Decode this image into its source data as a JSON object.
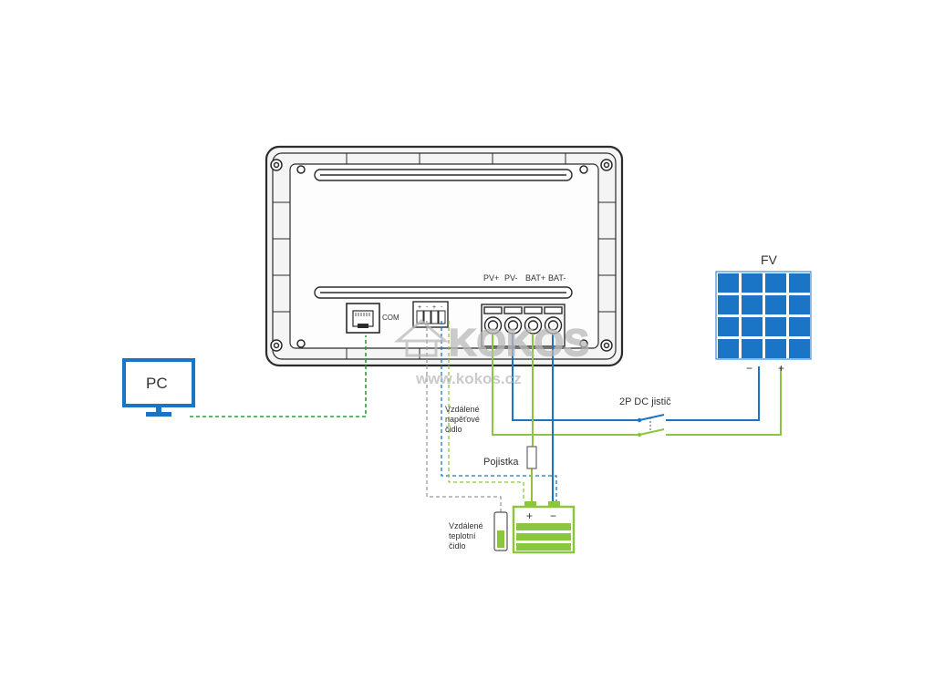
{
  "pc": {
    "label": "PC",
    "icon": "monitor-icon",
    "color": "#1a75c7"
  },
  "controller": {
    "port_com_label": "COM",
    "terminal_labels": [
      "PV+",
      "PV-",
      "BAT+",
      "BAT-"
    ],
    "sensor_connector_marks": [
      "+",
      "-",
      "+",
      "-"
    ]
  },
  "pv_panel": {
    "label": "FV",
    "minus": "−",
    "plus": "+",
    "color": "#1a75c7"
  },
  "breaker": {
    "label": "2P DC jistič"
  },
  "fuse": {
    "label": "Pojistka"
  },
  "voltage_sensor": {
    "line1": "Vzdálené",
    "line2": "napěťové",
    "line3": "čidlo"
  },
  "temp_sensor": {
    "line1": "Vzdálené",
    "line2": "teplotní",
    "line3": "čidlo"
  },
  "battery": {
    "plus": "+",
    "minus": "−",
    "color": "#8cc63f"
  },
  "watermark": {
    "brand": "KOKOS",
    "url": "www.kokos.cz"
  },
  "colors": {
    "blue_wire": "#1a75c7",
    "green_wire": "#8cc63f",
    "gray_wire": "#9a9a9a",
    "green_dashed": "#2e9d3a"
  }
}
